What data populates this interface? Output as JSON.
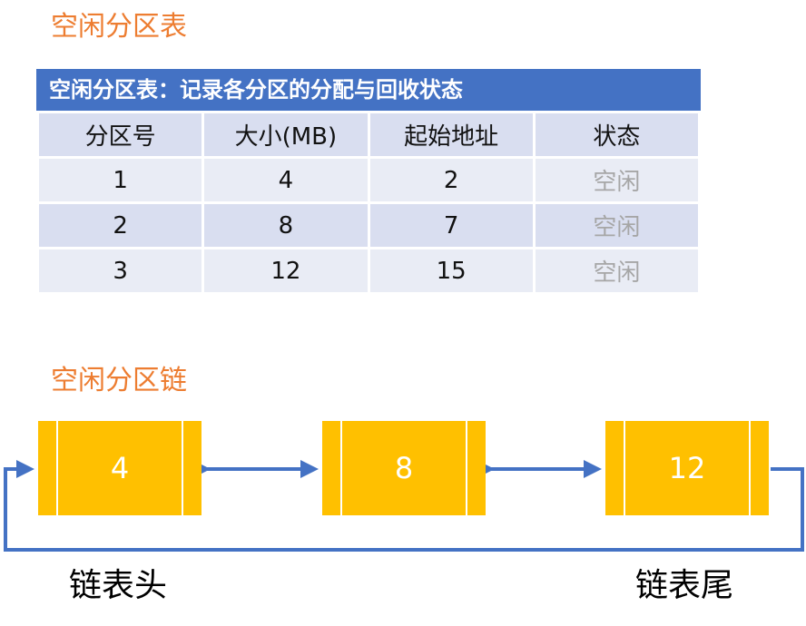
{
  "sections": {
    "table_title": "空闲分区表",
    "chain_title": "空闲分区链"
  },
  "table": {
    "caption": "空闲分区表：记录各分区的分配与回收状态",
    "headers": [
      "分区号",
      "大小(MB)",
      "起始地址",
      "状态"
    ],
    "rows": [
      [
        "1",
        "4",
        "2",
        "空闲"
      ],
      [
        "2",
        "8",
        "7",
        "空闲"
      ],
      [
        "3",
        "12",
        "15",
        "空闲"
      ]
    ]
  },
  "chain": {
    "nodes": [
      "4",
      "8",
      "12"
    ],
    "head_label": "链表头",
    "tail_label": "链表尾"
  },
  "colors": {
    "accent_orange": "#ED7D31",
    "header_blue": "#4472C4",
    "node_yellow": "#FFC000"
  }
}
